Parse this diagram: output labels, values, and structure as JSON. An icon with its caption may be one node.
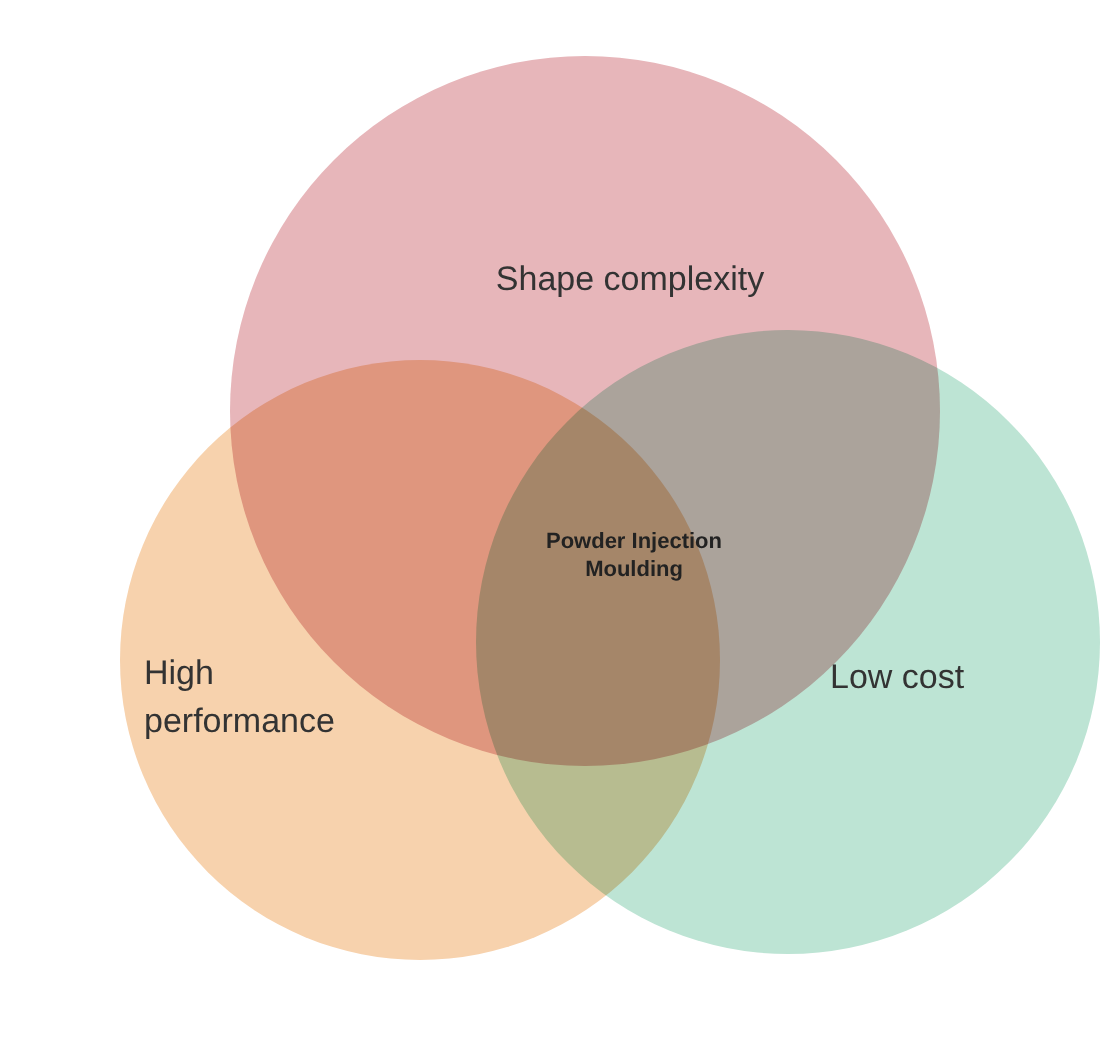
{
  "diagram": {
    "nodes": [
      {
        "text": [
          "Shape complexity"
        ]
      },
      {
        "text": [
          "High performance"
        ]
      },
      {
        "text": [
          "Low cost"
        ]
      }
    ],
    "labels": [
      "Powder Injection Moulding"
    ]
  }
}
